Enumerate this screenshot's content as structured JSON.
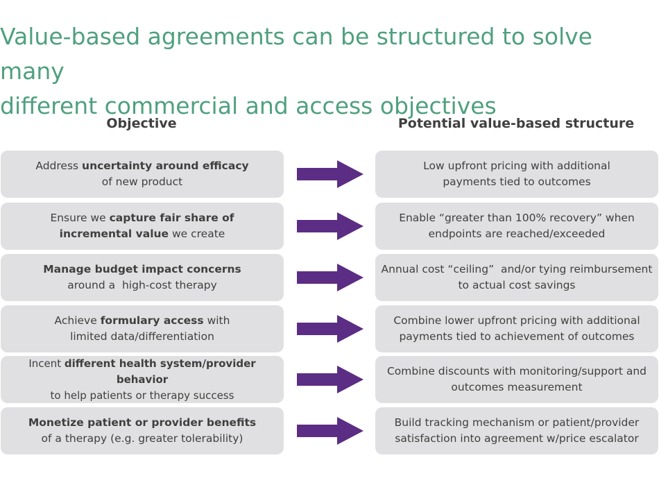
{
  "title_line1": "Value-based agreements can be structured to solve many",
  "title_line2": "different commercial and access objectives",
  "headers": {
    "objective": "Objective",
    "structure": "Potential value-based structure"
  },
  "colors": {
    "title": "#4fa07f",
    "arrow": "#5b2d84",
    "box": "#e0e0e2"
  },
  "rows": [
    {
      "objective": {
        "l1a": "Address ",
        "l1b": "uncertainty around efficacy",
        "l1c": "",
        "l2a": "",
        "l2b": "",
        "l2c": "of new product"
      },
      "structure": {
        "l1": "Low upfront pricing with additional",
        "l2": "payments tied to outcomes"
      }
    },
    {
      "objective": {
        "l1a": "Ensure we ",
        "l1b": "capture fair share of",
        "l1c": "",
        "l2a": "",
        "l2b": "incremental value",
        "l2c": " we create"
      },
      "structure": {
        "l1": "Enable “greater than 100% recovery” when",
        "l2": "endpoints are reached/exceeded"
      }
    },
    {
      "objective": {
        "l1a": "",
        "l1b": "Manage budget impact concerns",
        "l1c": "",
        "l2a": "",
        "l2b": "",
        "l2c": "around a  high-cost therapy"
      },
      "structure": {
        "l1": "Annual cost “ceiling”  and/or tying reimbursement",
        "l2": "to actual cost savings"
      }
    },
    {
      "objective": {
        "l1a": "Achieve ",
        "l1b": "formulary access",
        "l1c": " with",
        "l2a": "",
        "l2b": "",
        "l2c": "limited data/differentiation"
      },
      "structure": {
        "l1": "Combine lower upfront pricing with additional",
        "l2": "payments tied to achievement of outcomes"
      }
    },
    {
      "objective": {
        "l1a": "Incent ",
        "l1b": "different health system/provider behavior",
        "l1c": "",
        "l2a": "",
        "l2b": "",
        "l2c": "to help patients or therapy success"
      },
      "structure": {
        "l1": "Combine discounts with monitoring/support and",
        "l2": "outcomes measurement"
      }
    },
    {
      "objective": {
        "l1a": "",
        "l1b": "Monetize patient or provider benefits",
        "l1c": "",
        "l2a": "",
        "l2b": "",
        "l2c": "of a therapy (e.g. greater tolerability)"
      },
      "structure": {
        "l1": "Build tracking mechanism or patient/provider",
        "l2": "satisfaction into agreement w/price escalator"
      }
    }
  ]
}
